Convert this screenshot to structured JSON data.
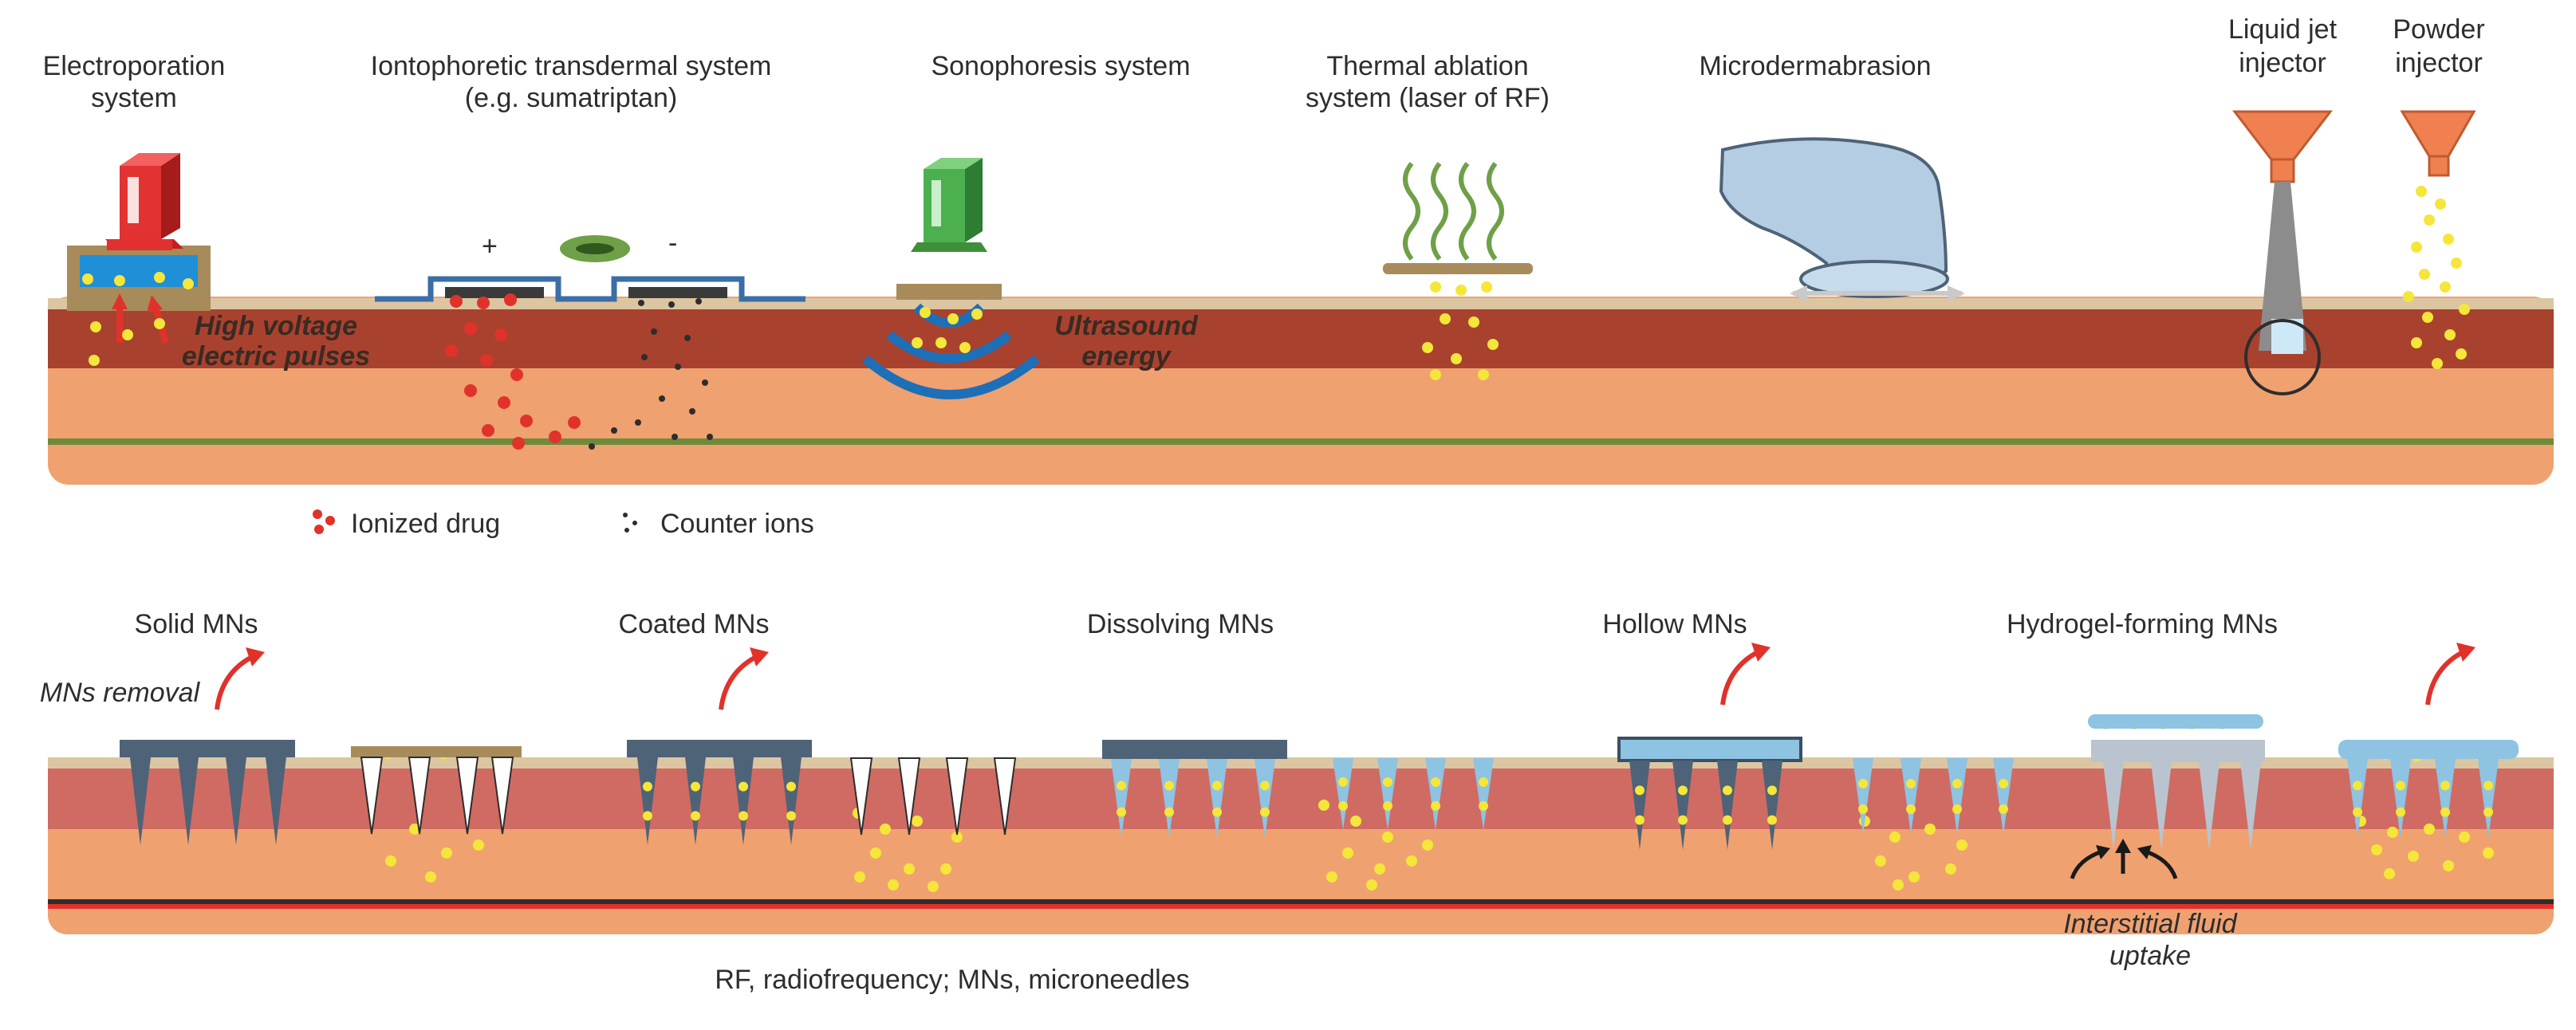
{
  "colors": {
    "stratum": "#d9c3a0",
    "epidermis": "#a8422f",
    "epidermis_light": "#cf6b63",
    "dermis": "#f0a170",
    "drug_dot": "#f5e63a",
    "needle_dark": "#4e6378",
    "needle_blue": "#8ec3e2",
    "arrow_red": "#e0322b"
  },
  "top_panel": {
    "methods": [
      {
        "label_lines": [
          "Electroporation",
          "system"
        ]
      },
      {
        "label_lines": [
          "Iontophoretic transdermal system",
          "(e.g. sumatriptan)"
        ]
      },
      {
        "label_lines": [
          "Sonophoresis system"
        ]
      },
      {
        "label_lines": [
          "Thermal ablation",
          "system (laser of RF)"
        ]
      },
      {
        "label_lines": [
          "Microdermabrasion"
        ]
      },
      {
        "label_lines": [
          "Liquid jet",
          "injector"
        ]
      },
      {
        "label_lines": [
          "Powder",
          "injector"
        ]
      }
    ],
    "annotations": {
      "electroporation": [
        "High voltage",
        "electric pulses"
      ],
      "sonophoresis": [
        "Ultrasound",
        "energy"
      ]
    },
    "legend": {
      "ionized": "Ionized drug",
      "counter": "Counter ions"
    }
  },
  "bottom_panel": {
    "types": [
      {
        "label": "Solid MNs"
      },
      {
        "label": "Coated MNs"
      },
      {
        "label": "Dissolving MNs"
      },
      {
        "label": "Hollow MNs"
      },
      {
        "label": "Hydrogel-forming MNs"
      }
    ],
    "removal": "MNs removal",
    "fluid": [
      "Interstitial fluid",
      "uptake"
    ]
  },
  "footnote": "RF, radiofrequency; MNs, microneedles"
}
